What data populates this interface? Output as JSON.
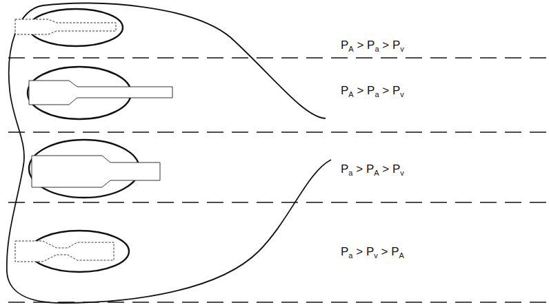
{
  "diagram": {
    "labels": [
      "PA > Pa > Pv",
      "PA > Pa > Pv",
      "Pa > PA > Pv",
      "Pa > Pv > PA"
    ]
  }
}
